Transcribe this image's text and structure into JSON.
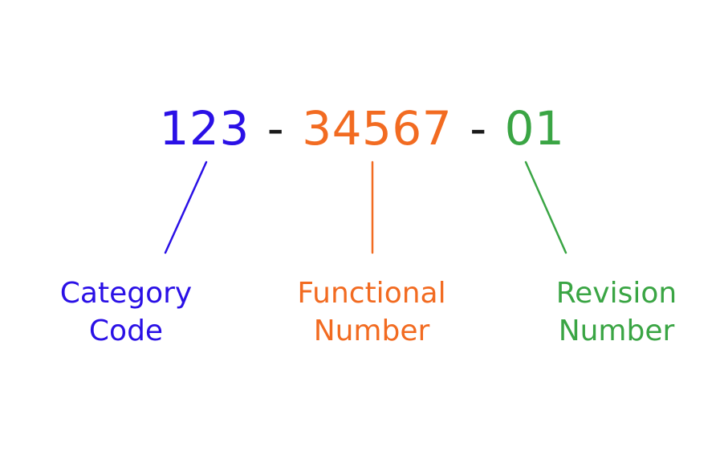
{
  "part_number": {
    "category": "123",
    "separator_1": "-",
    "functional": "34567",
    "separator_2": "-",
    "revision": "01"
  },
  "labels": {
    "category": {
      "line1": "Category",
      "line2": "Code"
    },
    "functional": {
      "line1": "Functional",
      "line2": "Number"
    },
    "revision": {
      "line1": "Revision",
      "line2": "Number"
    }
  },
  "colors": {
    "category": "#2a10e6",
    "functional": "#f26b21",
    "revision": "#3aa544",
    "separator": "#1a1a1a",
    "background": "#ffffff"
  }
}
